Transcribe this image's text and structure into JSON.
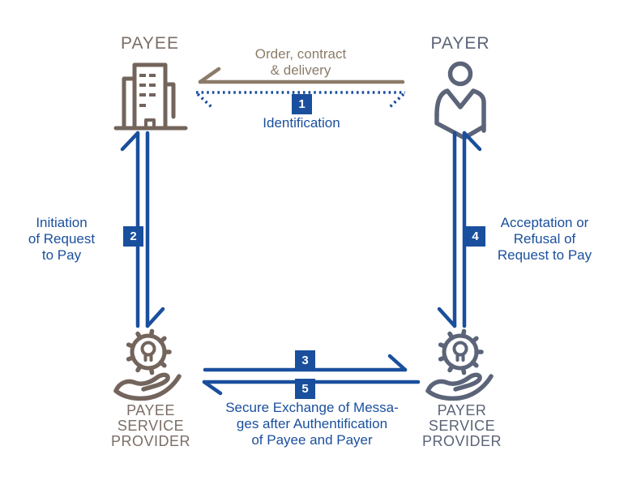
{
  "diagram": {
    "colors": {
      "accent_blue": "#1a4f9d",
      "taupe": "#8c7b69",
      "brown": "#73645c",
      "slate": "#5b6478",
      "badge_text": "#ffffff"
    },
    "actors": {
      "payee": {
        "label": "PAYEE",
        "icon": "building-icon"
      },
      "payer": {
        "label": "PAYER",
        "icon": "person-icon"
      },
      "payee_sp": {
        "lines": [
          "PAYEE",
          "SERVICE",
          "PROVIDER"
        ],
        "icon": "gear-hand-icon"
      },
      "payer_sp": {
        "lines": [
          "PAYER",
          "SERVICE",
          "PROVIDER"
        ],
        "icon": "gear-hand-icon"
      }
    },
    "flows": {
      "order": {
        "lines": [
          "Order, contract",
          "& delivery"
        ]
      },
      "identification": {
        "step": "1",
        "label": "Identification"
      },
      "initiation": {
        "step": "2",
        "lines": [
          "Initiation",
          "of Request",
          "to Pay"
        ]
      },
      "exchange_request": {
        "step": "3"
      },
      "acceptation": {
        "step": "4",
        "lines": [
          "Acceptation or",
          "Refusal of",
          "Request to Pay"
        ]
      },
      "secure_exchange": {
        "step": "5",
        "lines": [
          "Secure Exchange of Messa-",
          "ges after Authentification",
          "of Payee and Payer"
        ]
      }
    }
  }
}
